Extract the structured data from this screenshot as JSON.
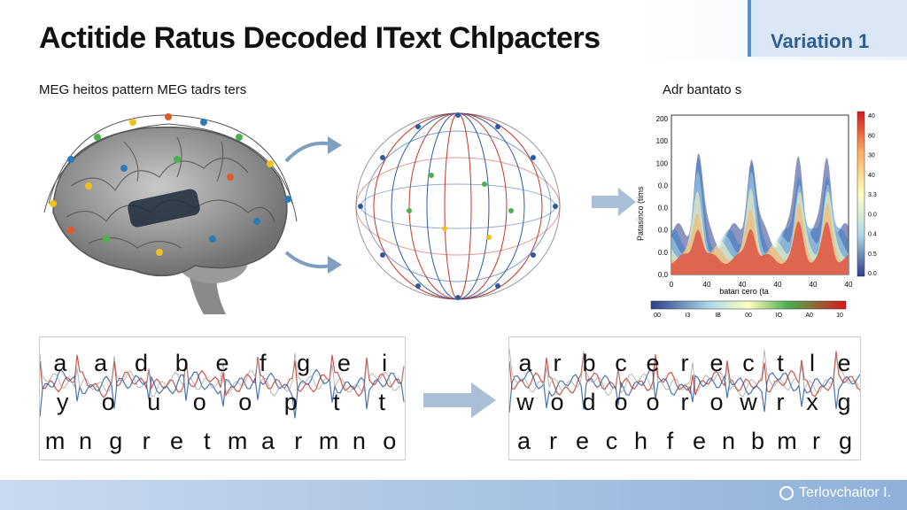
{
  "header": {
    "title": "Actitide Ratus Decoded IText Chlpacters",
    "badge": "Variation 1"
  },
  "labels": {
    "left": "MEG heitos pattern MEG tadrs ters",
    "right": "Adr bantato s"
  },
  "chart_data": {
    "type": "area",
    "title": "Adr bantato s",
    "xlabel": "batan cero (ta",
    "ylabel": "Patasinco (tims",
    "x_ticks": [
      "0",
      "40",
      "40",
      "40",
      "40",
      "40"
    ],
    "y_ticks": [
      "0.0",
      "0.0",
      "0.0",
      "0.0",
      "0.0",
      "100",
      "100",
      "200"
    ],
    "colorbar_ticks": [
      "40",
      "80",
      "30",
      "40",
      "3.3",
      "0.0",
      "0.4",
      "0.5",
      "0.0"
    ],
    "legend_bar_ticks": [
      "00",
      "I3",
      "IB",
      "00",
      "IO",
      "A0",
      "10"
    ],
    "peaks_x": [
      0.15,
      0.45,
      0.72,
      0.88
    ],
    "colors": [
      "#d7191c",
      "#fdae61",
      "#ffffbf",
      "#abd9e9",
      "#2c7bb6"
    ]
  },
  "decoded_left": {
    "rows": [
      [
        "a",
        "a",
        "d",
        "b",
        "e",
        "f",
        "g",
        "e",
        "i"
      ],
      [
        "y",
        "o",
        "u",
        "o",
        "o",
        "p",
        "t",
        "t"
      ],
      [
        "m",
        "n",
        "g",
        "r",
        "e",
        "t",
        "m",
        "a",
        "r",
        "m",
        "n",
        "o"
      ]
    ]
  },
  "decoded_right": {
    "rows": [
      [
        "a",
        "r",
        "b",
        "c",
        "e",
        "r",
        "e",
        "c",
        "t",
        "l",
        "e"
      ],
      [
        "w",
        "o",
        "d",
        "o",
        "o",
        "r",
        "o",
        "w",
        "r",
        "x",
        "g"
      ],
      [
        "a",
        "r",
        "e",
        "c",
        "h",
        "f",
        "e",
        "n",
        "b",
        "m",
        "r",
        "g"
      ]
    ]
  },
  "footer": {
    "logo_text": "Terlovchaitor I."
  }
}
